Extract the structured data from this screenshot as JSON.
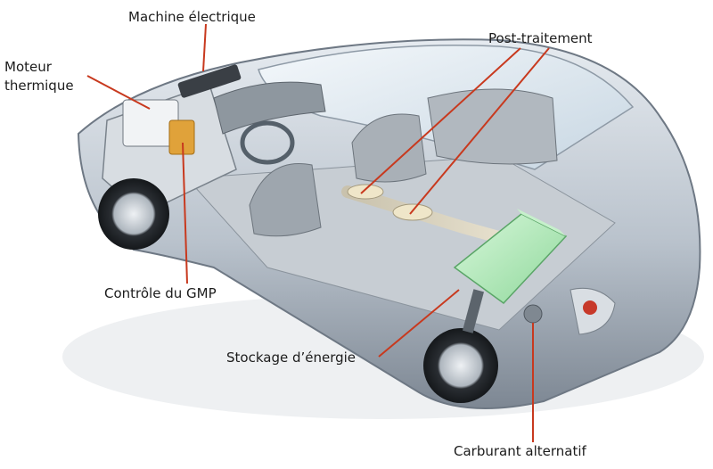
{
  "labels": {
    "machine_electrique": "Machine électrique",
    "moteur_thermique_line1": "Moteur",
    "moteur_thermique_line2": "thermique",
    "post_traitement": "Post-traitement",
    "controle_gmp": "Contrôle du GMP",
    "stockage_energie": "Stockage d’énergie",
    "carburant_alternatif": "Carburant alternatif"
  },
  "colors": {
    "leader_line": "#c8391e",
    "body_metal": "#b9c2cc",
    "glass": "#d9e6ef",
    "battery": "#b8ecc0",
    "engine_orange": "#e0a23a"
  }
}
